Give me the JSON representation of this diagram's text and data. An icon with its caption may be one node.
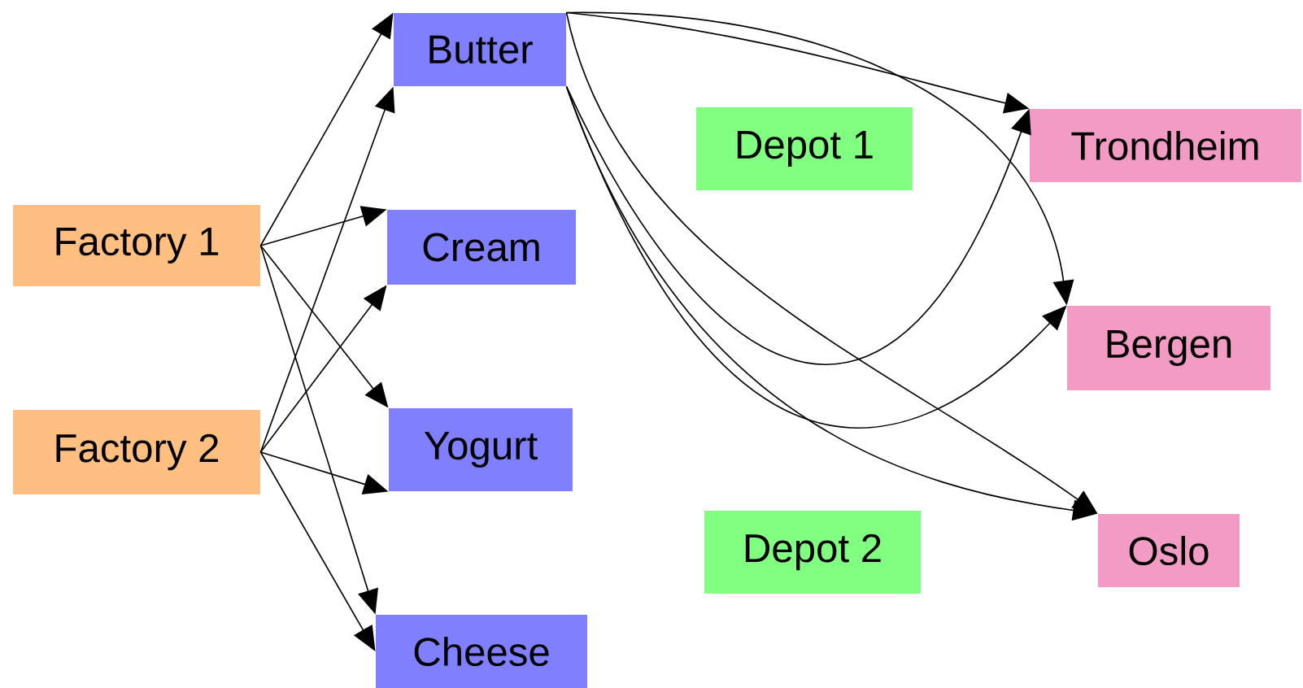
{
  "diagram": {
    "nodes": [
      {
        "text": [
          "Factory 1"
        ]
      },
      {
        "text": [
          "Factory 2"
        ]
      },
      {
        "text": [
          "Butter"
        ]
      },
      {
        "text": [
          "Cream"
        ]
      },
      {
        "text": [
          "Yogurt"
        ]
      },
      {
        "text": [
          "Cheese"
        ]
      },
      {
        "text": [
          "Depot 1"
        ]
      },
      {
        "text": [
          "Depot 2"
        ]
      },
      {
        "text": [
          "Trondheim"
        ]
      },
      {
        "text": [
          "Bergen"
        ]
      },
      {
        "text": [
          "Oslo"
        ]
      }
    ],
    "edges": [
      {
        "from": 0,
        "to": 2,
        "arrow": "to"
      },
      {
        "from": 0,
        "to": 3,
        "arrow": "to"
      },
      {
        "from": 0,
        "to": 4,
        "arrow": "to"
      },
      {
        "from": 0,
        "to": 5,
        "arrow": "to"
      },
      {
        "from": 1,
        "to": 2,
        "arrow": "to"
      },
      {
        "from": 1,
        "to": 3,
        "arrow": "to"
      },
      {
        "from": 1,
        "to": 4,
        "arrow": "to"
      },
      {
        "from": 1,
        "to": 5,
        "arrow": "to"
      },
      {
        "from": 2,
        "to": 8,
        "arrow": "to"
      },
      {
        "from": 2,
        "to": 9,
        "arrow": "to"
      },
      {
        "from": 2,
        "to": 10,
        "arrow": "to"
      },
      {
        "from": 2,
        "to": 8,
        "arrow": "to"
      },
      {
        "from": 2,
        "to": 9,
        "arrow": "to"
      },
      {
        "from": 2,
        "to": 10,
        "arrow": "to"
      }
    ]
  }
}
